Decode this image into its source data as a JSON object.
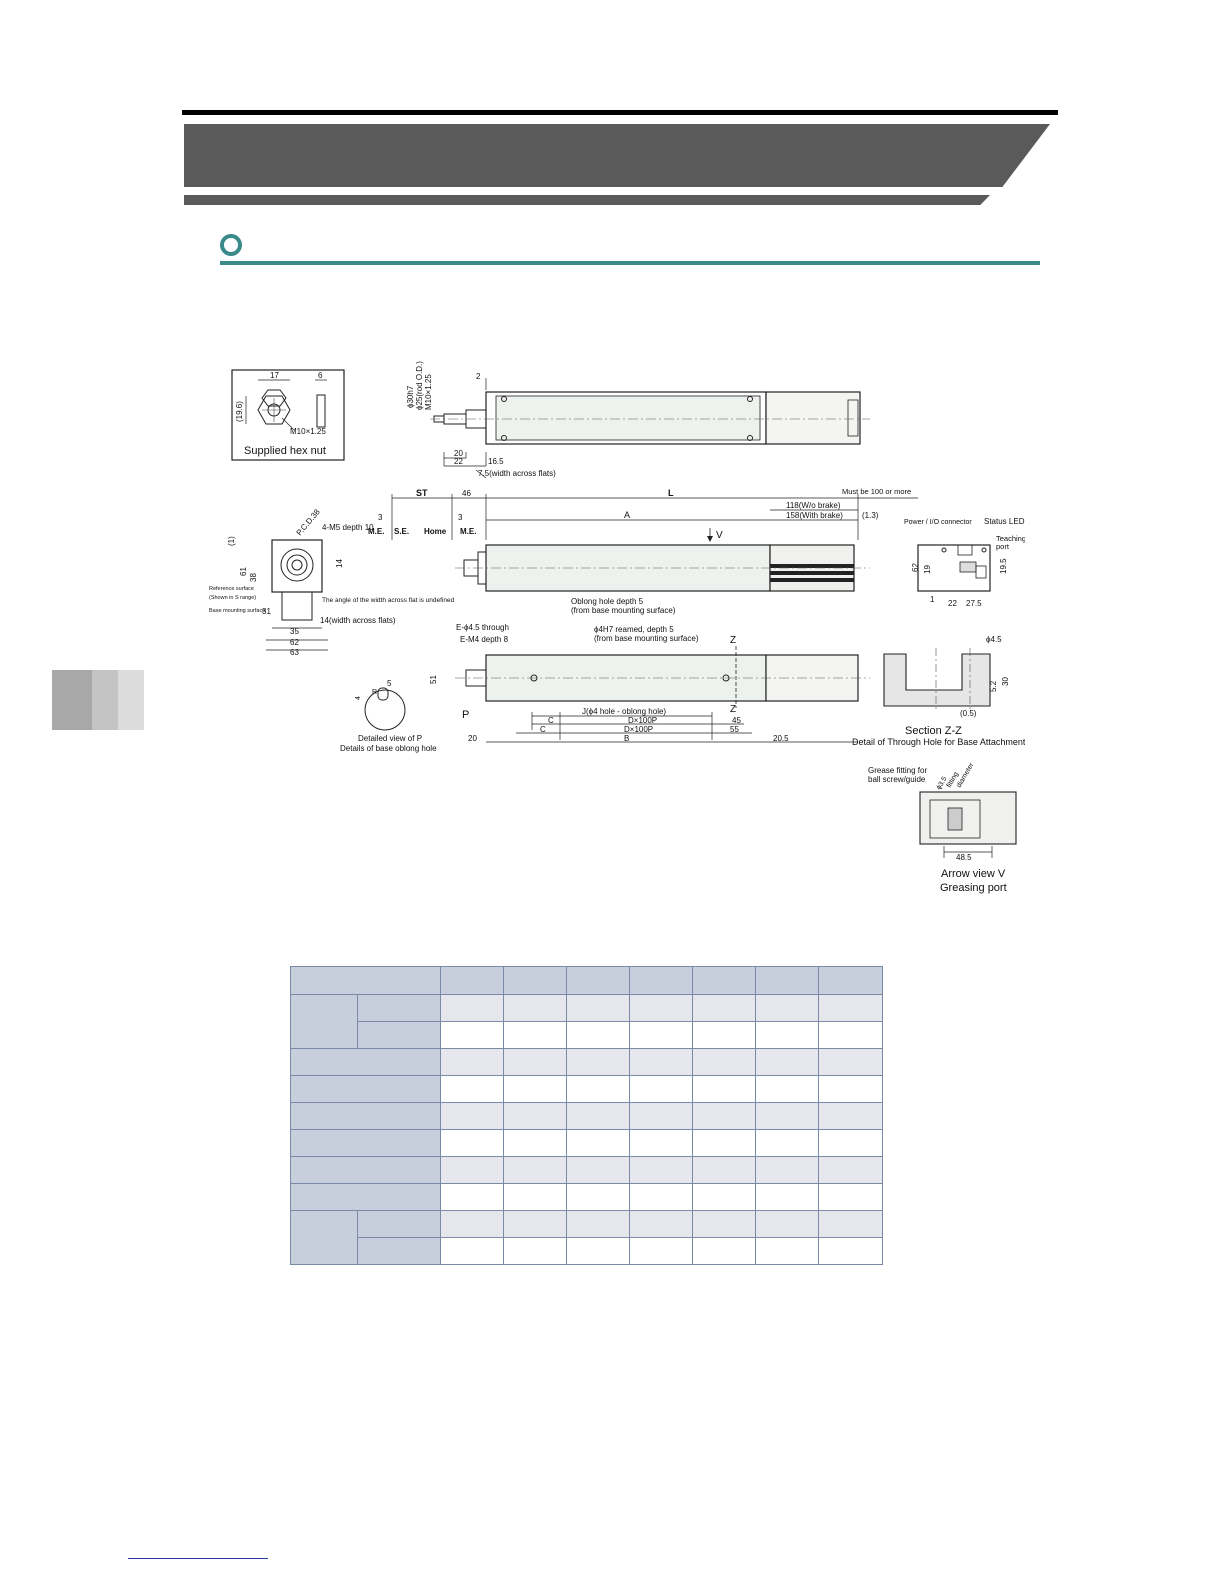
{
  "hex_nut": {
    "caption": "Supplied hex nut",
    "dim_17": "17",
    "dim_6": "6",
    "dim_19_6": "(19.6)",
    "thread": "M10×1.25"
  },
  "top_view": {
    "dim_2": "2",
    "dim_shaft": "ϕ30h7",
    "dim_rod": "ϕ25(rod O.D.)",
    "dim_thread": "M10×1.25",
    "dim_20": "20",
    "dim_22": "22",
    "dim_16_5": "16.5",
    "dim_flats": "7.5(width across flats)"
  },
  "side_view": {
    "st": "ST",
    "dim_46": "46",
    "dim_L": "L",
    "must": "Must be 100 or more",
    "dim_3a": "3",
    "dim_3b": "3",
    "me1": "M.E.",
    "se": "S.E.",
    "home": "Home",
    "me2": "M.E.",
    "dim_A": "A",
    "wo_brake": "118(W/o brake)",
    "with_brake": "158(With brake)",
    "dim_1_3": "(1.3)",
    "arrow_v": "V",
    "power": "Power / I/O connector",
    "status": "Status LED",
    "teaching1": "Teaching",
    "teaching2": "port",
    "dim_62r": "62",
    "dim_19r": "19",
    "dim_19_5": "19.5",
    "dim_1r": "1",
    "dim_22r": "22",
    "dim_27_5": "27.5"
  },
  "front_view": {
    "dim_1": "(1)",
    "pcd": "P.C.D.38",
    "m5": "4-M5 depth 10",
    "dim_61": "61",
    "dim_38": "38",
    "dim_14": "14",
    "ref1": "Reference surface",
    "ref2": "(Shown in S range)",
    "base": "Base mounting surface",
    "dim_31": "31",
    "angle_note": "The angle of the width across flat is undefined",
    "flats": "14(width across flats)",
    "dim_35": "35",
    "dim_62": "62",
    "dim_63": "63"
  },
  "bottom_view": {
    "oblong1": "Oblong hole depth 5",
    "oblong2": "(from base mounting surface)",
    "through": "E-ϕ4.5 through",
    "m4": "E-M4 depth 8",
    "reamed1": "ϕ4H7 reamed, depth 5",
    "reamed2": "(from base mounting surface)",
    "z1": "Z",
    "z2": "Z",
    "dim_51": "51",
    "p_label": "P",
    "j_label": "J(ϕ4 hole - oblong hole)",
    "c1": "C",
    "d1": "D×100P",
    "dim_45": "45",
    "c2": "C",
    "d2": "D×100P",
    "dim_55": "55",
    "dim_20": "20",
    "b_label": "B",
    "dim_20_5": "20.5"
  },
  "detail_p": {
    "dim_5": "5",
    "dim_4": "4",
    "r_label": "R",
    "caption1": "Detailed view of P",
    "caption2": "Details of base oblong hole"
  },
  "section_zz": {
    "dim_4_5": "ϕ4.5",
    "dim_5_2": "5.2",
    "dim_30": "30",
    "dim_0_5": "(0.5)",
    "title": "Section Z-Z",
    "subtitle": "Detail of Through Hole for Base Attachment"
  },
  "arrow_v": {
    "grease1": "Grease fitting for",
    "grease2": "ball screw/guide",
    "fit_dia1": "ϕ3.5",
    "fit_dia2": "fitting",
    "fit_dia3": "diameter",
    "dim_48_5": "48.5",
    "caption1": "Arrow view V",
    "caption2": "Greasing port"
  },
  "table": {
    "columns": 7,
    "body_rows": 10
  },
  "colors": {
    "accent": "#3a8a8a",
    "banner": "#5a5a5a",
    "table_header": "#c7cfdd",
    "table_band": "#e6e7ec"
  }
}
